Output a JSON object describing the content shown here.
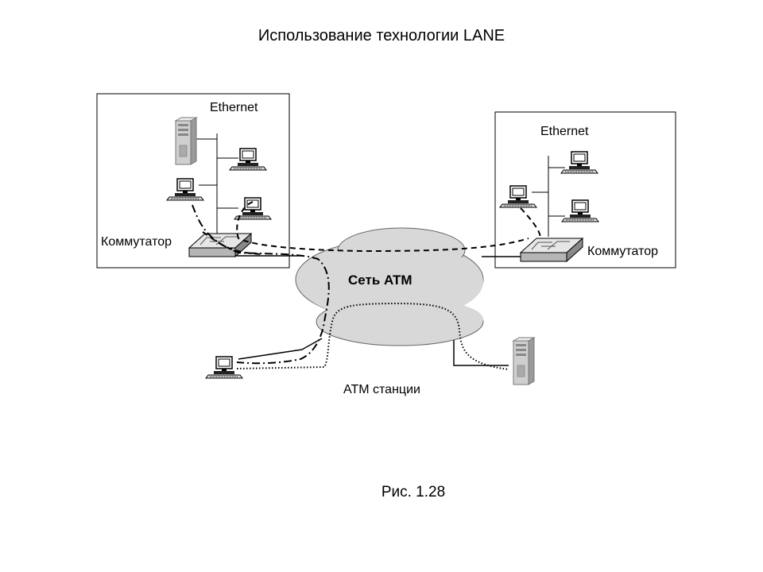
{
  "title": "Использование технологии LANE",
  "left_segment": {
    "ethernet_label": "Ethernet",
    "switch_label": "Коммутатор"
  },
  "right_segment": {
    "ethernet_label": "Ethernet",
    "switch_label": "Коммутатор"
  },
  "cloud_label": "Сеть ATM",
  "atm_stations_label": "ATM станции",
  "caption": "Рис. 1.28"
}
